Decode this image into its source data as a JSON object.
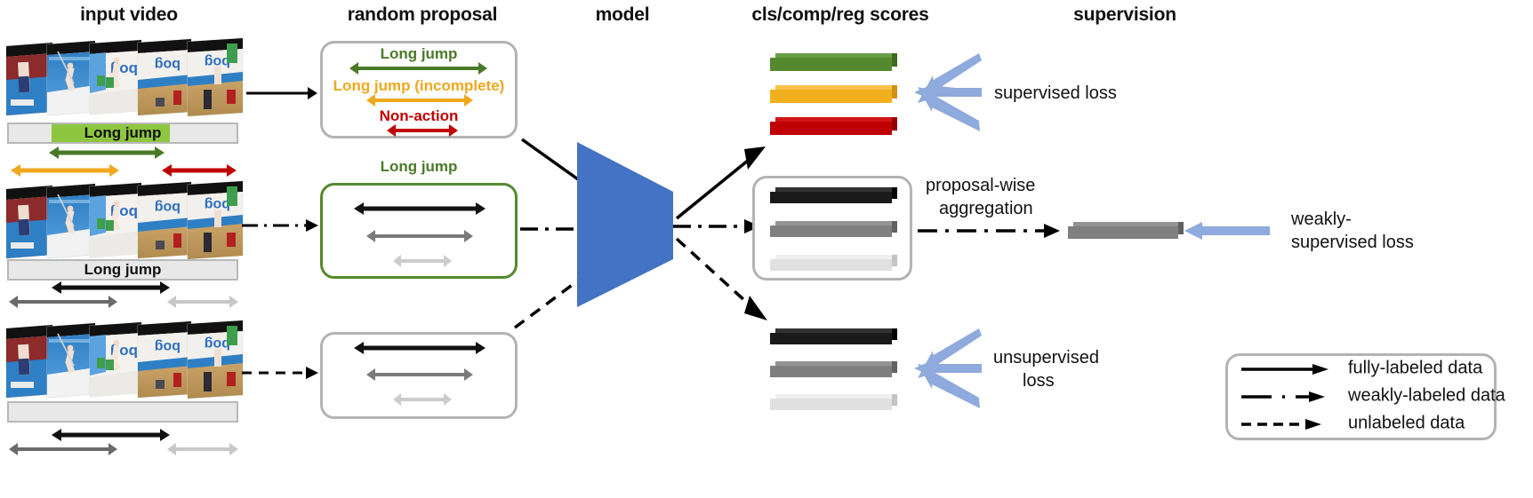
{
  "figure": {
    "type": "diagram",
    "title": "omni-supervised temporal action localization pipeline"
  },
  "columns": [
    {
      "id": "input-video",
      "label": "input video"
    },
    {
      "id": "random-proposal",
      "label": "random proposal"
    },
    {
      "id": "model",
      "label": "model"
    },
    {
      "id": "scores",
      "label": "cls/comp/reg scores"
    },
    {
      "id": "supervision",
      "label": "supervision"
    }
  ],
  "colors": {
    "green": "#4a7a28",
    "green_bar": "#55892f",
    "green_fill": "#8ec63f",
    "orange": "#f0a81e",
    "red": "#c00000",
    "blue_model": "#4472c4",
    "blue_arrow": "#8faadc",
    "gray_border": "#b3b3b3",
    "black": "#1a1a1a",
    "midgray": "#7f7f7f",
    "lightgray": "#d9d9d9"
  },
  "input_rows": [
    {
      "id": "row-fully-labeled",
      "timeline_label": "Long jump",
      "timeline_has_fill": true,
      "arrows": [
        {
          "name": "long-jump-span",
          "color": "green"
        },
        {
          "name": "incomplete-span",
          "color": "orange"
        },
        {
          "name": "non-action-span",
          "color": "red"
        }
      ]
    },
    {
      "id": "row-weakly-labeled",
      "timeline_label": "Long jump",
      "timeline_has_fill": false,
      "arrows": [
        {
          "name": "proposal-span-primary",
          "color": "black"
        },
        {
          "name": "proposal-span-secondary",
          "color": "midgray"
        },
        {
          "name": "proposal-span-tertiary",
          "color": "lightgray"
        }
      ]
    },
    {
      "id": "row-unlabeled",
      "timeline_label": "",
      "timeline_has_fill": false,
      "arrows": [
        {
          "name": "proposal-span-primary",
          "color": "black"
        },
        {
          "name": "proposal-span-secondary",
          "color": "midgray"
        },
        {
          "name": "proposal-span-tertiary",
          "color": "lightgray"
        }
      ]
    }
  ],
  "proposal_boxes": [
    {
      "id": "proposal-box-fully-labeled",
      "border": "gray",
      "outside_label": "",
      "items": [
        {
          "label": "Long jump",
          "color": "green"
        },
        {
          "label": "Long jump (incomplete)",
          "color": "orange"
        },
        {
          "label": "Non-action",
          "color": "red"
        }
      ]
    },
    {
      "id": "proposal-box-weakly-labeled",
      "border": "green",
      "outside_label": "Long jump",
      "items": [
        {
          "label": "",
          "color": "black"
        },
        {
          "label": "",
          "color": "midgray"
        },
        {
          "label": "",
          "color": "lightgray"
        }
      ]
    },
    {
      "id": "proposal-box-unlabeled",
      "border": "gray",
      "outside_label": "",
      "items": [
        {
          "label": "",
          "color": "black"
        },
        {
          "label": "",
          "color": "midgray"
        },
        {
          "label": "",
          "color": "lightgray"
        }
      ]
    }
  ],
  "model": {
    "name": "trapezoid-model",
    "label": ""
  },
  "score_groups": [
    {
      "id": "scores-supervised",
      "boxed": false,
      "bars": [
        {
          "color": "green_bar"
        },
        {
          "color": "orange"
        },
        {
          "color": "red"
        }
      ],
      "loss_label": "supervised loss"
    },
    {
      "id": "scores-weakly-supervised",
      "boxed": true,
      "bars": [
        {
          "color": "black"
        },
        {
          "color": "midgray"
        },
        {
          "color": "lightgray"
        }
      ],
      "loss_label": ""
    },
    {
      "id": "scores-unsupervised",
      "boxed": false,
      "bars": [
        {
          "color": "black"
        },
        {
          "color": "midgray"
        },
        {
          "color": "lightgray"
        }
      ],
      "loss_label": "unsupervised\nloss"
    }
  ],
  "supervision": {
    "supervised_loss": "supervised loss",
    "aggregation_label_line1": "proposal-wise",
    "aggregation_label_line2": "aggregation",
    "weakly_loss_line1": "weakly-",
    "weakly_loss_line2": "supervised loss",
    "unsupervised_loss_line1": "unsupervised",
    "unsupervised_loss_line2": "loss",
    "aggregated_bar": {
      "name": "aggregated-score-bar",
      "color": "midgray"
    }
  },
  "legend": {
    "rows": [
      {
        "style": "solid",
        "label": "fully-labeled data"
      },
      {
        "style": "dashdot",
        "label": "weakly-labeled data"
      },
      {
        "style": "dashed",
        "label": "unlabeled data"
      }
    ]
  }
}
